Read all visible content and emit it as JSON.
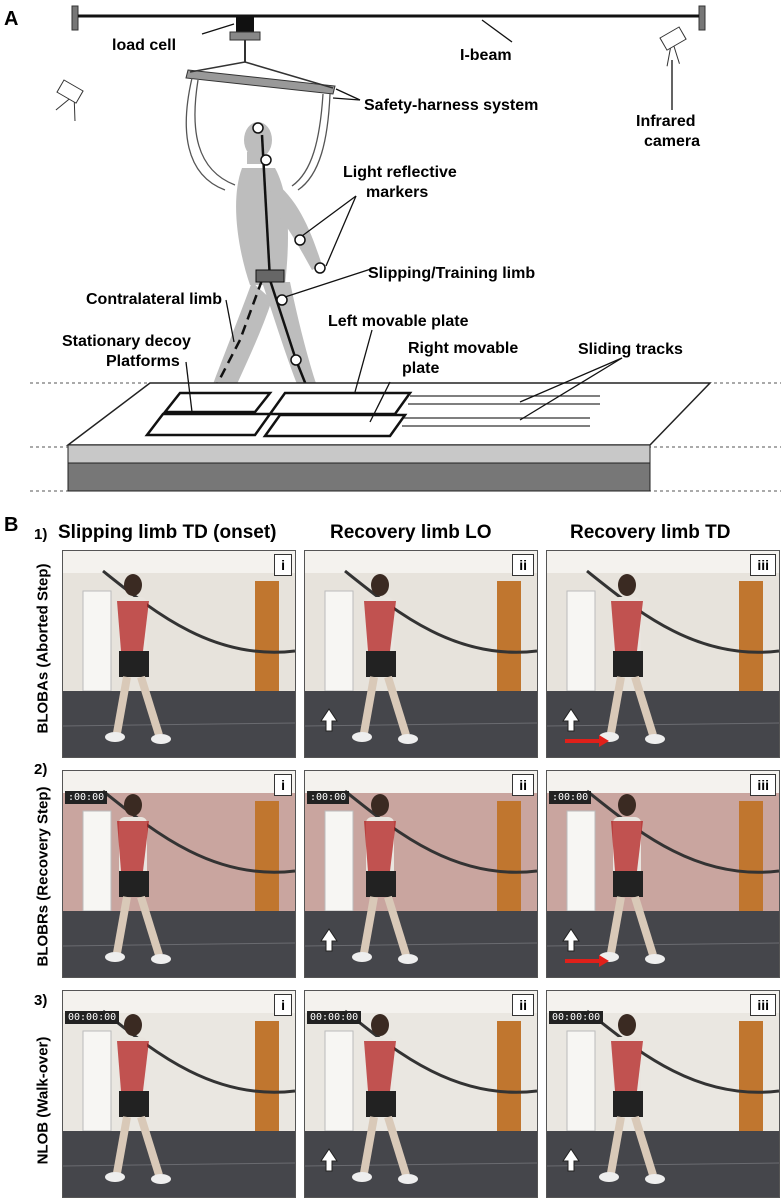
{
  "panel_a": {
    "letter": "A",
    "labels": {
      "load_cell": "load cell",
      "i_beam": "I-beam",
      "safety_harness": "Safety-harness system",
      "infrared_camera_line1": "Infrared",
      "infrared_camera_line2": "camera",
      "markers_line1": "Light reflective",
      "markers_line2": "markers",
      "slipping_limb": "Slipping/Training  limb",
      "contralateral_limb": "Contralateral limb",
      "left_plate": "Left movable plate",
      "decoy_line1": "Stationary decoy",
      "decoy_line2": "Platforms",
      "right_plate_line1": "Right movable",
      "right_plate_line2": "plate",
      "sliding_tracks": "Sliding tracks"
    }
  },
  "panel_b": {
    "letter": "B",
    "columns": [
      "Slipping limb TD (onset)",
      "Recovery limb LO",
      "Recovery limb TD"
    ],
    "rows": [
      {
        "number": "1)",
        "label": "BLOBAs (Aborted Step)",
        "timestamp": ""
      },
      {
        "number": "2)",
        "label": "BLOBRs (Recovery Step)",
        "timestamp": ":00:00"
      },
      {
        "number": "3)",
        "label": "NLOB (Walk-over)",
        "timestamp": "00:00:00"
      }
    ],
    "frame_tags": [
      "i",
      "ii",
      "iii"
    ]
  },
  "colors": {
    "silhouette": "#bdbdbd",
    "platform_side": "#c8c8c8",
    "platform_base": "#777777",
    "arrow_red": "#e0201a",
    "harness_red": "#b32020",
    "wall_row1": "#e7e3dc",
    "wall_row2": "#c9a59f",
    "wall_row3": "#eae7e1",
    "floor": "#45464b"
  }
}
